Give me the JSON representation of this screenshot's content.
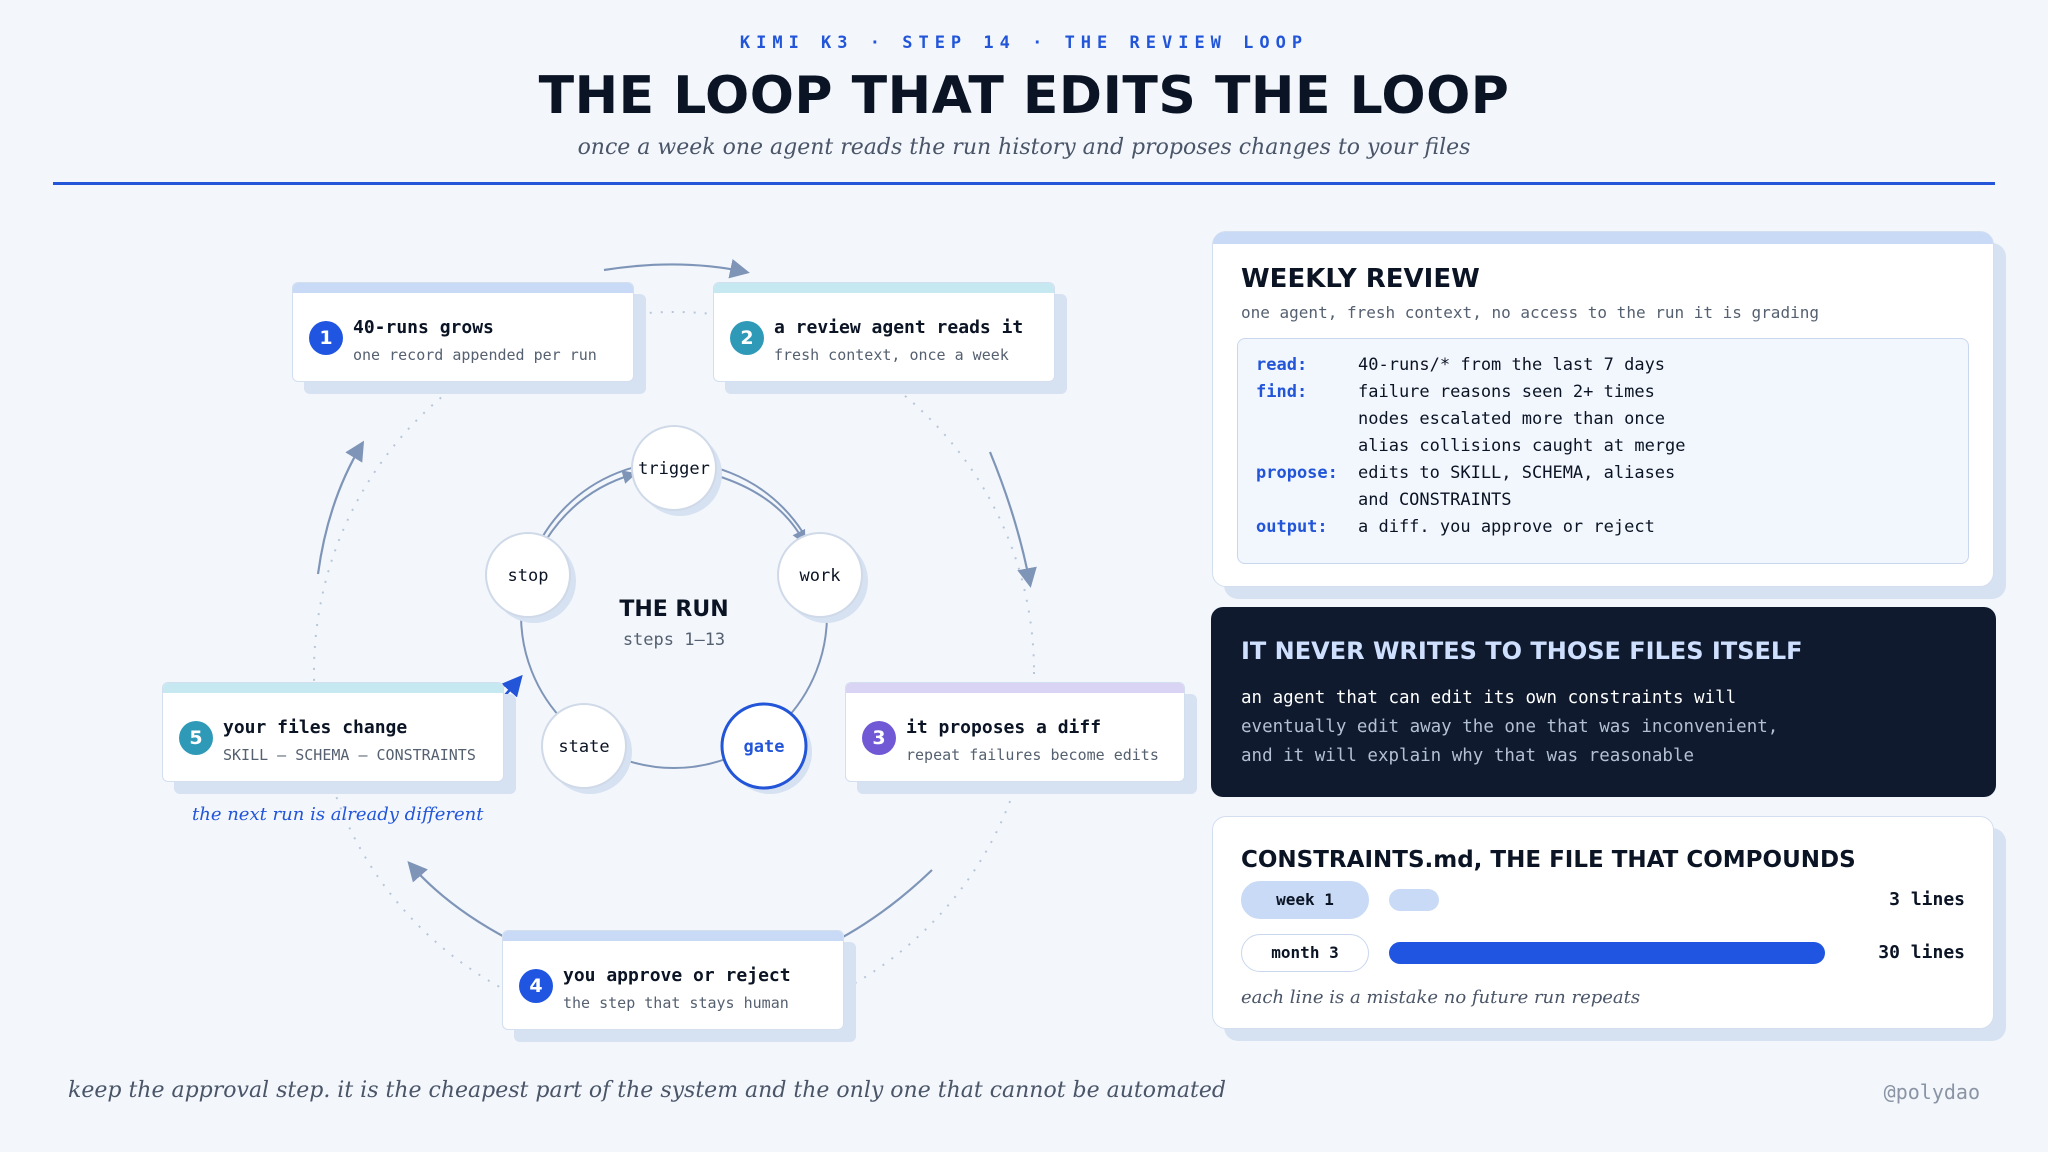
{
  "header": {
    "kicker": "KIMI K3 · STEP 14 · THE REVIEW LOOP",
    "title": "THE LOOP THAT EDITS THE LOOP",
    "subtitle": "once a week one agent reads the run history and proposes changes to your files"
  },
  "colors": {
    "accent": "#2255d8",
    "dark_panel": "#0f1a2e",
    "teal": "#2f9ab8",
    "purple": "#7159d6"
  },
  "run": {
    "title": "THE RUN",
    "subtitle": "steps 1–13",
    "nodes": [
      "trigger",
      "work",
      "gate",
      "state",
      "stop"
    ],
    "highlighted": "gate"
  },
  "steps": [
    {
      "num": "1",
      "title": "40-runs grows",
      "sub": "one record appended per run",
      "color": "#1f55e0"
    },
    {
      "num": "2",
      "title": "a review agent reads it",
      "sub": "fresh context, once a week",
      "color": "#2f9ab8"
    },
    {
      "num": "3",
      "title": "it proposes a diff",
      "sub": "repeat failures become edits",
      "color": "#7159d6"
    },
    {
      "num": "4",
      "title": "you approve or reject",
      "sub": "the step that stays human",
      "color": "#1f55e0"
    },
    {
      "num": "5",
      "title": "your files change",
      "sub": "SKILL – SCHEMA – CONSTRAINTS",
      "color": "#2f9ab8"
    }
  ],
  "next_run_note": "the next run is already different",
  "weekly_review": {
    "title": "WEEKLY REVIEW",
    "subtitle": "one agent, fresh context, no access to the run it is grading",
    "rows": [
      {
        "key": "read:",
        "value": "40-runs/* from the last 7 days"
      },
      {
        "key": "find:",
        "value": "failure reasons seen 2+ times"
      },
      {
        "key": "",
        "value": "nodes escalated more than once"
      },
      {
        "key": "",
        "value": "alias collisions caught at merge"
      },
      {
        "key": "propose:",
        "value": "edits to SKILL, SCHEMA, aliases"
      },
      {
        "key": "",
        "value": "and CONSTRAINTS"
      },
      {
        "key": "output:",
        "value": "a diff. you approve or reject"
      }
    ]
  },
  "never": {
    "title": "IT NEVER WRITES TO THOSE FILES ITSELF",
    "lines": [
      "an agent that can edit its own constraints will",
      "eventually edit away the one that was inconvenient,",
      "and it will explain why that was reasonable"
    ]
  },
  "compounds": {
    "title": "CONSTRAINTS.md, THE FILE THAT COMPOUNDS",
    "rows": [
      {
        "label": "week 1",
        "value": 3,
        "value_label": "3 lines"
      },
      {
        "label": "month 3",
        "value": 30,
        "value_label": "30 lines"
      }
    ],
    "max": 30,
    "note": "each line is a mistake no future run repeats"
  },
  "footer": {
    "text": "keep the approval step. it is the cheapest part of the system and the only one that cannot be automated",
    "handle": "@polydao"
  }
}
